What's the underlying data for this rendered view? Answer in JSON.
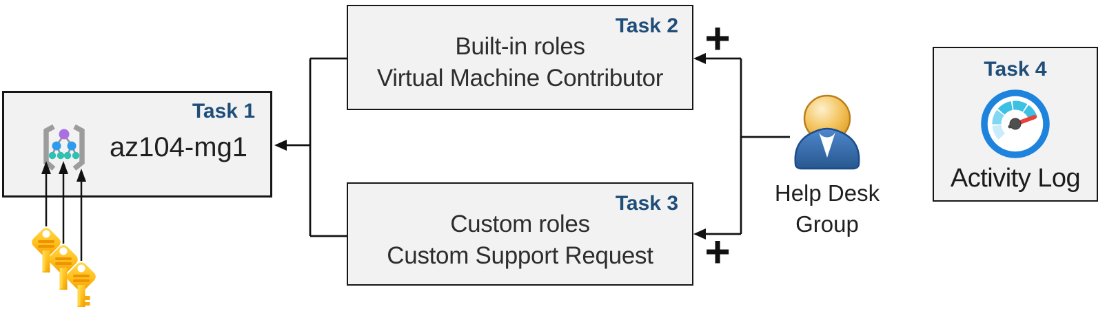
{
  "tasks": {
    "task1": {
      "badge": "Task 1",
      "title": "az104-mg1"
    },
    "task2": {
      "badge": "Task 2",
      "line1": "Built-in roles",
      "line2": "Virtual Machine Contributor"
    },
    "task3": {
      "badge": "Task 3",
      "line1": "Custom roles",
      "line2": "Custom Support Request"
    },
    "task4": {
      "badge": "Task 4",
      "caption": "Activity Log"
    }
  },
  "actor": {
    "line1": "Help Desk",
    "line2": "Group"
  },
  "connections": {
    "plus_top": "+",
    "plus_bottom": "+"
  },
  "icons": {
    "task1": "management-group-icon",
    "task1_keys": "key-icon",
    "actor": "user-person-icon",
    "task4": "activity-log-gauge-icon"
  },
  "colors": {
    "badge_blue": "#1f4e79",
    "box_fill": "#f2f2f2",
    "box_border": "#161616",
    "body_text": "#2d2d2d",
    "connector_black": "#111111",
    "key_gold": "#ffc21f",
    "key_detail_orange": "#ef9300",
    "gauge_ring_blue": "#1d83dd",
    "gauge_teal": "#3cc0e4",
    "gauge_light_blue": "#c8ecfb",
    "needle_red": "#e8413c",
    "person_body_blue": "#2f66ad",
    "person_head_gold": "#e8a52f",
    "mg_purple": "#a96fe3",
    "mg_blue": "#2d9bee",
    "mg_teal": "#2ec0b2"
  }
}
